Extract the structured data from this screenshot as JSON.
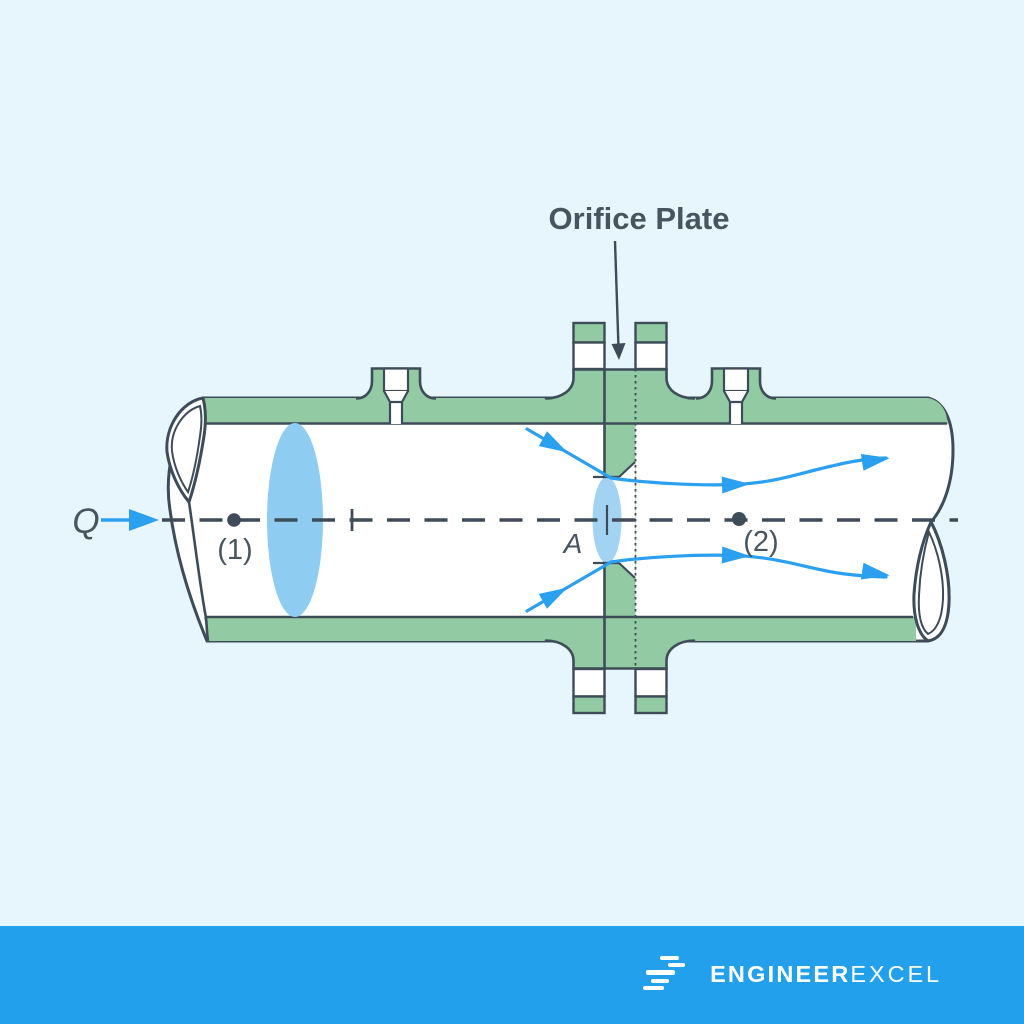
{
  "page": {
    "background": "#e7f5fc"
  },
  "diagram": {
    "labels": {
      "title": "Orifice Plate",
      "flow": "Q",
      "point1": "(1)",
      "point2": "(2)",
      "area": "A"
    },
    "colors": {
      "pipe_green": "#92cba3",
      "outline": "#3d4c58",
      "flow_blue": "#2b9ff0",
      "profile_blue": "#8fccf2",
      "orifice_profile_blue": "#a2d3f2",
      "label_text": "#46555f"
    }
  },
  "footer": {
    "background": "#22a0ec",
    "brand_bold": "ENGINEER",
    "brand_light": "EXCEL",
    "logo_icon": "speed-lines-icon"
  }
}
